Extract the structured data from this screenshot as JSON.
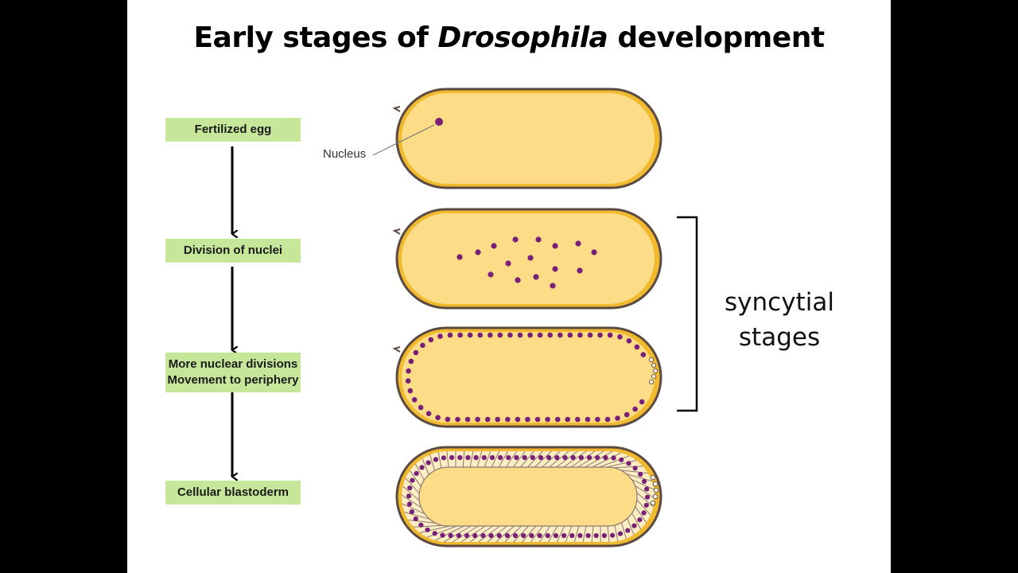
{
  "title": {
    "before": "Early stages of ",
    "italic": "Drosophila",
    "after": " development"
  },
  "stages": [
    {
      "lines": [
        "Fertilized egg"
      ]
    },
    {
      "lines": [
        "Division of nuclei"
      ]
    },
    {
      "lines": [
        "More nuclear divisions",
        "Movement to periphery"
      ]
    },
    {
      "lines": [
        "Cellular blastoderm"
      ]
    }
  ],
  "annotation": {
    "nucleus_label": "Nucleus"
  },
  "bracket_label": [
    "syncytial",
    "stages"
  ],
  "colors": {
    "slide_background": "#ffffff",
    "outer_background": "#000000",
    "stage_box": "#c6e79a",
    "egg_fill": "#fcdc87",
    "egg_rim": "#f0b92e",
    "egg_outline": "#5a4a42",
    "nucleus": "#7a1f78",
    "arrow": "#000000"
  }
}
